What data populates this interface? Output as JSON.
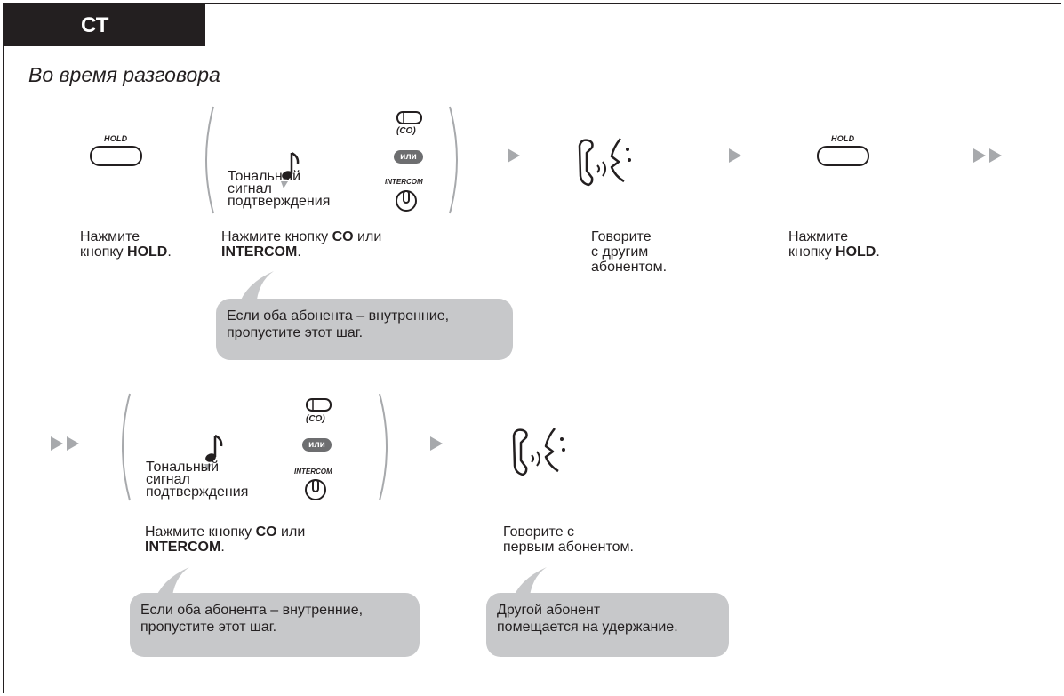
{
  "header": {
    "tab_label": "СТ",
    "subtitle": "Во время разговора"
  },
  "icons": {
    "hold_caption": "HOLD",
    "co_caption": "(CO)",
    "or_badge": "или",
    "intercom_caption": "INTERCOM"
  },
  "row1": {
    "step1": {
      "line1": "Нажмите",
      "line2_pre": "кнопку ",
      "line2_bold": "HOLD",
      "line2_post": "."
    },
    "tone": {
      "line1": "Тональный",
      "line2": "сигнал",
      "line3": "подтверждения"
    },
    "step2": {
      "line1_pre": "Нажмите кнопку ",
      "line1_bold": "CO",
      "line1_post": " или",
      "line2_bold": "INTERCOM",
      "line2_post": "."
    },
    "step3": {
      "line1": "Говорите",
      "line2": "с другим",
      "line3": "абонентом."
    },
    "step4": {
      "line1": "Нажмите",
      "line2_pre": "кнопку ",
      "line2_bold": "HOLD",
      "line2_post": "."
    },
    "note": {
      "line1": "Если оба абонента – внутренние,",
      "line2": "пропустите этот шаг."
    }
  },
  "row2": {
    "tone": {
      "line1": "Тональный",
      "line2": "сигнал",
      "line3": "подтверждения"
    },
    "step1": {
      "line1_pre": "Нажмите кнопку ",
      "line1_bold": "CO",
      "line1_post": " или",
      "line2_bold": "INTERCOM",
      "line2_post": "."
    },
    "step2": {
      "line1": "Говорите с",
      "line2": "первым абонентом."
    },
    "note1": {
      "line1": "Если оба абонента – внутренние,",
      "line2": "пропустите этот шаг."
    },
    "note2": {
      "line1": "Другой абонент",
      "line2": "помещается на удержание."
    }
  },
  "colors": {
    "ink": "#231f20",
    "bubble": "#c7c8ca",
    "arrow": "#a7a9ac",
    "badge": "#6d6e70"
  }
}
